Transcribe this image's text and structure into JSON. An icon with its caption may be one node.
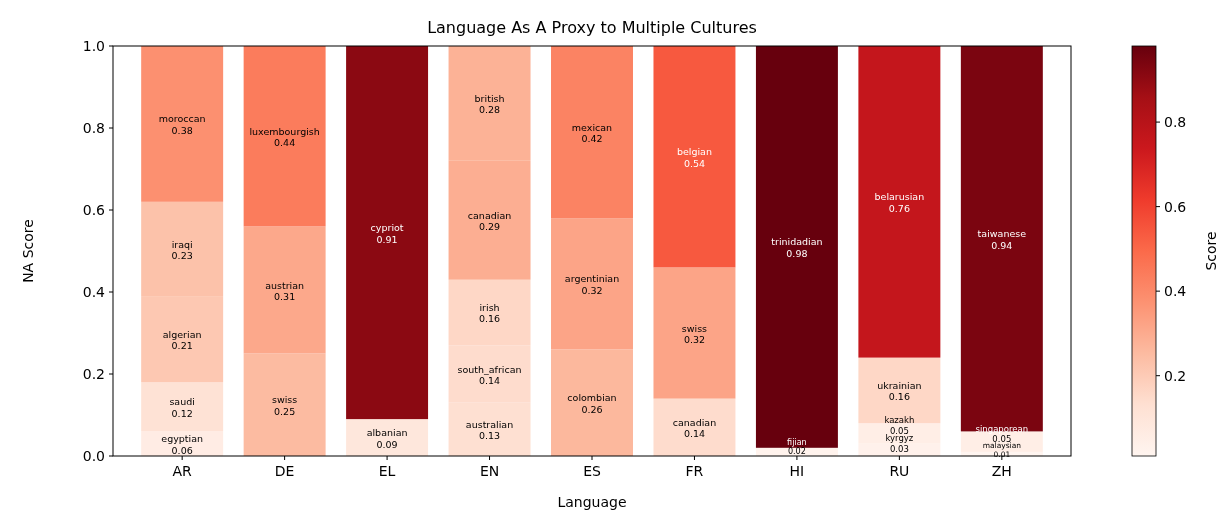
{
  "diagram": {
    "title": "Language As A Proxy to Multiple Cultures",
    "labels": [
      "Score",
      "0.2",
      "0.4",
      "0.6",
      "0.8"
    ],
    "chart_data": {
      "type": "bar",
      "stacked": true,
      "data_labels": true,
      "xlabel": "Language",
      "ylabel": "NA Score",
      "categories": [
        "AR",
        "DE",
        "EL",
        "EN",
        "ES",
        "FR",
        "HI",
        "RU",
        "ZH"
      ],
      "ylim": [
        0,
        1
      ],
      "yticks": [
        {
          "value": 0,
          "label": "0.0"
        },
        {
          "value": 0.2,
          "label": "0.2"
        },
        {
          "value": 0.4,
          "label": "0.4"
        },
        {
          "value": 0.6,
          "label": "0.6"
        },
        {
          "value": 0.8,
          "label": "0.8"
        },
        {
          "value": 1,
          "label": "1.0"
        }
      ],
      "series": [
        {
          "name": "egyptian",
          "color": "#ffece4",
          "values": [
            0.06,
            null,
            null,
            null,
            null,
            null,
            null,
            null,
            null
          ]
        },
        {
          "name": "saudi",
          "color": "#fee2d5",
          "values": [
            0.12,
            null,
            null,
            null,
            null,
            null,
            null,
            null,
            null
          ]
        },
        {
          "name": "algerian",
          "color": "#fdc8b2",
          "values": [
            0.21,
            null,
            null,
            null,
            null,
            null,
            null,
            null,
            null
          ]
        },
        {
          "name": "iraqi",
          "color": "#fcc2aa",
          "values": [
            0.23,
            null,
            null,
            null,
            null,
            null,
            null,
            null,
            null
          ]
        },
        {
          "name": "moroccan",
          "color": "#fc9070",
          "values": [
            0.38,
            null,
            null,
            null,
            null,
            null,
            null,
            null,
            null
          ]
        },
        {
          "name": "swiss",
          "color": "#fcbba1",
          "values": [
            null,
            0.25,
            null,
            null,
            null,
            null,
            null,
            null,
            null
          ]
        },
        {
          "name": "austrian",
          "color": "#fca88b",
          "values": [
            null,
            0.31,
            null,
            null,
            null,
            null,
            null,
            null,
            null
          ]
        },
        {
          "name": "luxembourgish",
          "color": "#fb7c5c",
          "values": [
            null,
            0.44,
            null,
            null,
            null,
            null,
            null,
            null,
            null
          ]
        },
        {
          "name": "albanian",
          "color": "#fee7dc",
          "values": [
            null,
            null,
            0.09,
            null,
            null,
            null,
            null,
            null,
            null
          ]
        },
        {
          "name": "cypriot",
          "color": "#8b0912",
          "values": [
            null,
            null,
            0.91,
            null,
            null,
            null,
            null,
            null,
            null
          ]
        },
        {
          "name": "australian",
          "color": "#fee0d2",
          "values": [
            null,
            null,
            null,
            0.13,
            null,
            null,
            null,
            null,
            null
          ]
        },
        {
          "name": "south_african",
          "color": "#fedccd",
          "values": [
            null,
            null,
            null,
            0.14,
            null,
            null,
            null,
            null,
            null
          ]
        },
        {
          "name": "irish",
          "color": "#fed7c6",
          "values": [
            null,
            null,
            null,
            0.16,
            null,
            null,
            null,
            null,
            null
          ]
        },
        {
          "name": "canadian",
          "color": "#fcae92",
          "values": [
            null,
            null,
            null,
            0.29,
            null,
            null,
            null,
            null,
            null
          ]
        },
        {
          "name": "british",
          "color": "#fcb296",
          "values": [
            null,
            null,
            null,
            0.28,
            null,
            null,
            null,
            null,
            null
          ]
        },
        {
          "name": "colombian",
          "color": "#fcb89d",
          "values": [
            null,
            null,
            null,
            null,
            0.26,
            null,
            null,
            null,
            null
          ]
        },
        {
          "name": "argentinian",
          "color": "#fca487",
          "values": [
            null,
            null,
            null,
            null,
            0.32,
            null,
            null,
            null,
            null
          ]
        },
        {
          "name": "mexican",
          "color": "#fb8363",
          "values": [
            null,
            null,
            null,
            null,
            0.42,
            null,
            null,
            null,
            null
          ]
        },
        {
          "name": "canadian",
          "color": "#fedccd",
          "values": [
            null,
            null,
            null,
            null,
            null,
            0.14,
            null,
            null,
            null
          ]
        },
        {
          "name": "swiss",
          "color": "#fca487",
          "values": [
            null,
            null,
            null,
            null,
            null,
            0.32,
            null,
            null,
            null
          ]
        },
        {
          "name": "belgian",
          "color": "#f7593f",
          "values": [
            null,
            null,
            null,
            null,
            null,
            0.54,
            null,
            null,
            null
          ]
        },
        {
          "name": "fijian",
          "color": "#fff3ed",
          "values": [
            null,
            null,
            null,
            null,
            null,
            null,
            0.02,
            null,
            null
          ]
        },
        {
          "name": "trinidadian",
          "color": "#67000d",
          "values": [
            null,
            null,
            null,
            null,
            null,
            null,
            0.98,
            null,
            null
          ]
        },
        {
          "name": "kyrgyz",
          "color": "#fff1eb",
          "values": [
            null,
            null,
            null,
            null,
            null,
            null,
            null,
            0.03,
            null
          ]
        },
        {
          "name": "kazakh",
          "color": "#ffeee6",
          "values": [
            null,
            null,
            null,
            null,
            null,
            null,
            null,
            0.05,
            null
          ]
        },
        {
          "name": "ukrainian",
          "color": "#fed7c6",
          "values": [
            null,
            null,
            null,
            null,
            null,
            null,
            null,
            0.16,
            null
          ]
        },
        {
          "name": "belarusian",
          "color": "#c4161c",
          "values": [
            null,
            null,
            null,
            null,
            null,
            null,
            null,
            0.76,
            null
          ]
        },
        {
          "name": "malaysian",
          "color": "#fff5f0",
          "values": [
            null,
            null,
            null,
            null,
            null,
            null,
            null,
            null,
            0.01
          ]
        },
        {
          "name": "singaporean",
          "color": "#ffeee6",
          "values": [
            null,
            null,
            null,
            null,
            null,
            null,
            null,
            null,
            0.05
          ]
        },
        {
          "name": "taiwanese",
          "color": "#7b0510",
          "values": [
            null,
            null,
            null,
            null,
            null,
            null,
            null,
            null,
            0.94
          ]
        }
      ]
    }
  }
}
